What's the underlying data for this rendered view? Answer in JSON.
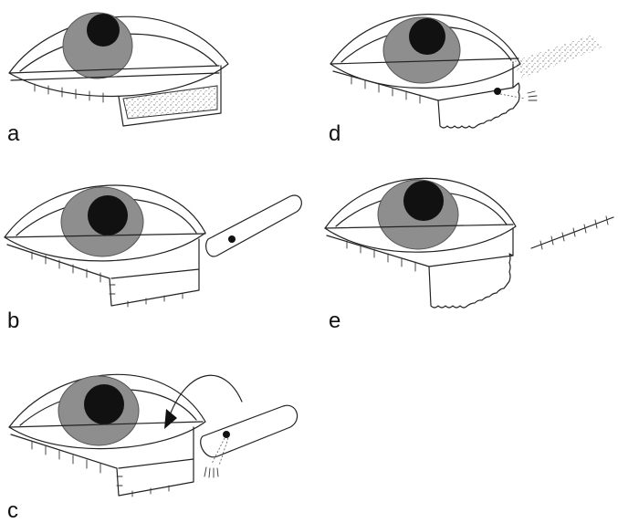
{
  "panels": [
    {
      "id": "a",
      "label": "a"
    },
    {
      "id": "b",
      "label": "b"
    },
    {
      "id": "c",
      "label": "c"
    },
    {
      "id": "d",
      "label": "d"
    },
    {
      "id": "e",
      "label": "e"
    }
  ],
  "colors": {
    "line": "#222222",
    "iris": "#8e8e8e",
    "pupil": "#111111",
    "graft_stipple": "#777777",
    "background": "#ffffff"
  }
}
